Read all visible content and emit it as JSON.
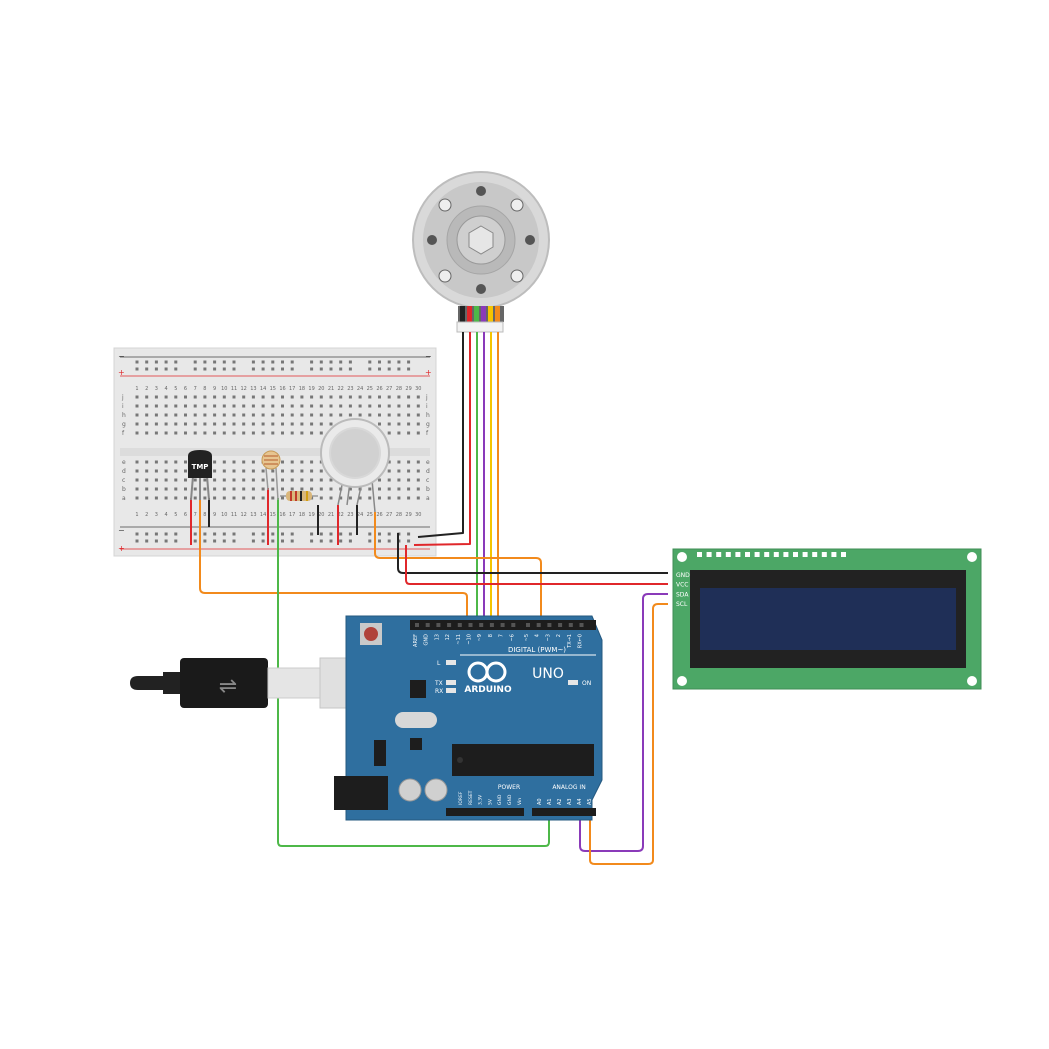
{
  "breadboard": {
    "power_rail_minus": "−",
    "power_rail_plus": "+",
    "row_letters_top": [
      "j",
      "i",
      "h",
      "g",
      "f"
    ],
    "row_letters_bottom": [
      "e",
      "d",
      "c",
      "b",
      "a"
    ],
    "column_numbers": [
      "1",
      "2",
      "3",
      "4",
      "5",
      "6",
      "7",
      "8",
      "9",
      "10",
      "11",
      "12",
      "13",
      "14",
      "15",
      "16",
      "17",
      "18",
      "19",
      "20",
      "21",
      "22",
      "23",
      "24",
      "25",
      "26",
      "27",
      "28",
      "29",
      "30"
    ]
  },
  "tmp_sensor": {
    "label": "TMP"
  },
  "arduino": {
    "brand_label": "ARDUINO",
    "model_label": "UNO",
    "digital_header_label": "DIGITAL (PWM~)",
    "digital_pins": [
      "AREF",
      "GND",
      "13",
      "12",
      "~11",
      "~10",
      "~9",
      "8",
      "7",
      "~6",
      "~5",
      "4",
      "~3",
      "2",
      "TX→1",
      "RX←0"
    ],
    "led_labels": [
      "L",
      "TX",
      "RX"
    ],
    "on_label": "ON",
    "power_header_label": "POWER",
    "analog_header_label": "ANALOG IN",
    "power_pins": [
      "IOREF",
      "RESET",
      "3.3V",
      "5V",
      "GND",
      "GND",
      "Vin"
    ],
    "analog_pins": [
      "A0",
      "A1",
      "A2",
      "A3",
      "A4",
      "A5"
    ]
  },
  "lcd": {
    "pin_labels": [
      "GND",
      "VCC",
      "SDA",
      "SCL"
    ]
  },
  "colors": {
    "wire_black": "#222222",
    "wire_red": "#e0272b",
    "wire_orange": "#f28a1c",
    "wire_green": "#4db848",
    "wire_purple": "#8a3ab9",
    "wire_yellow": "#f5c400",
    "arduino_blue": "#2f6f9f",
    "lcd_green": "#4ca766",
    "lcd_screen": "#1f2f57",
    "breadboard": "#e8e8e8"
  }
}
